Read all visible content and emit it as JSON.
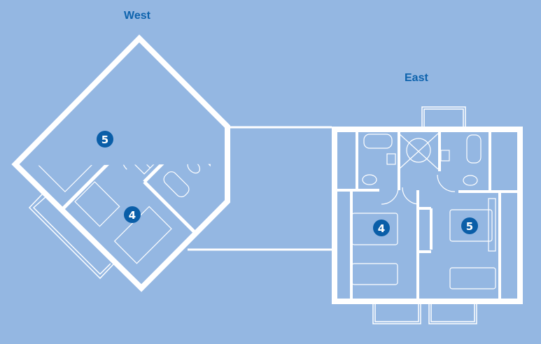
{
  "buildings": [
    {
      "name": "West",
      "rooms": [
        {
          "badge": "5"
        },
        {
          "badge": "4"
        }
      ]
    },
    {
      "name": "East",
      "rooms": [
        {
          "badge": "4"
        },
        {
          "badge": "5"
        }
      ]
    }
  ],
  "colors": {
    "background": "#94b7e2",
    "wall": "#ffffff",
    "accent": "#0e63ad",
    "badge": "#0a5ea8"
  }
}
